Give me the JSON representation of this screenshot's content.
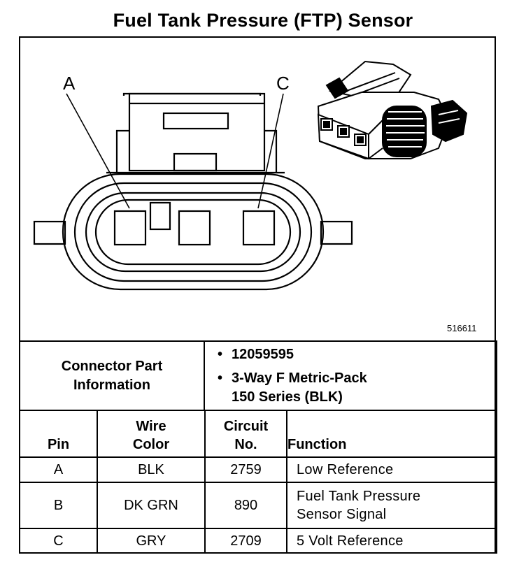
{
  "title": "Fuel Tank Pressure (FTP) Sensor",
  "diagram": {
    "pin_label_a": "A",
    "pin_label_c": "C",
    "figure_number": "516611"
  },
  "connector_info": {
    "label_line1": "Connector Part",
    "label_line2": "Information",
    "bullet": "•",
    "items": [
      {
        "line1": "12059595",
        "line2": ""
      },
      {
        "line1": "3-Way F Metric-Pack",
        "line2": "150 Series (BLK)"
      }
    ]
  },
  "pin_table": {
    "headers": {
      "pin": "Pin",
      "wire_color_line1": "Wire",
      "wire_color_line2": "Color",
      "circuit_line1": "Circuit",
      "circuit_line2": "No.",
      "function": "Function"
    },
    "rows": [
      {
        "pin": "A",
        "wire_color": "BLK",
        "circuit": "2759",
        "function_line1": "Low Reference",
        "function_line2": ""
      },
      {
        "pin": "B",
        "wire_color": "DK GRN",
        "circuit": "890",
        "function_line1": "Fuel Tank Pressure",
        "function_line2": "Sensor Signal"
      },
      {
        "pin": "C",
        "wire_color": "GRY",
        "circuit": "2709",
        "function_line1": "5 Volt Reference",
        "function_line2": ""
      }
    ]
  }
}
